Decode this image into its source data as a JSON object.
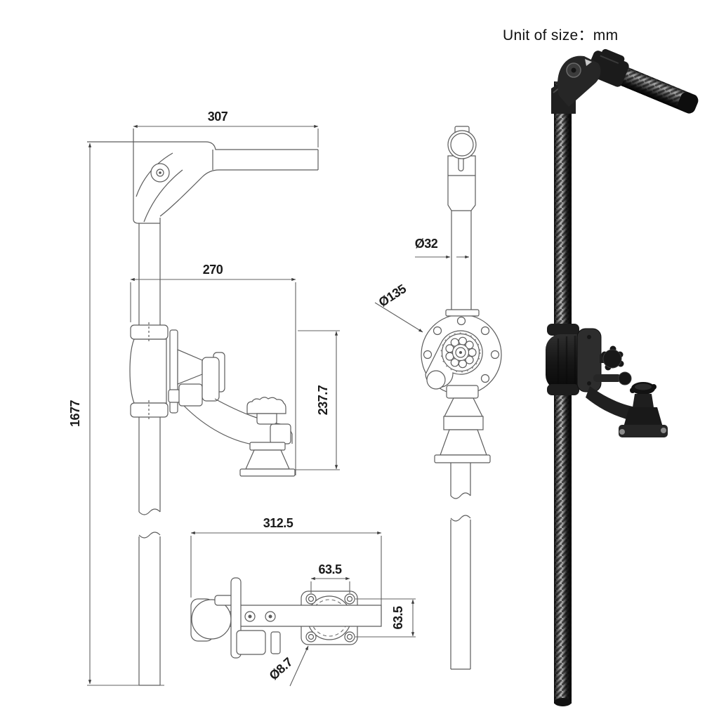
{
  "header": {
    "unit_label": "Unit of size：mm"
  },
  "dims": {
    "side": {
      "arm_length": "307",
      "clamp_offset": "270",
      "mount_height": "237.7",
      "pole_length": "1677"
    },
    "front": {
      "tube_diameter": "Ø32",
      "flange_diameter": "Ø135"
    },
    "top": {
      "overall_length": "312.5",
      "hole_spacing_h": "63.5",
      "hole_spacing_v": "63.5",
      "hole_diameter": "Ø8.7"
    }
  },
  "colors": {
    "background": "#ffffff",
    "drawing_line": "#5c5c5c",
    "dimension_text": "#1a1a1a",
    "product_black": "#1b1b1b",
    "product_highlight": "#b5b5b5"
  }
}
